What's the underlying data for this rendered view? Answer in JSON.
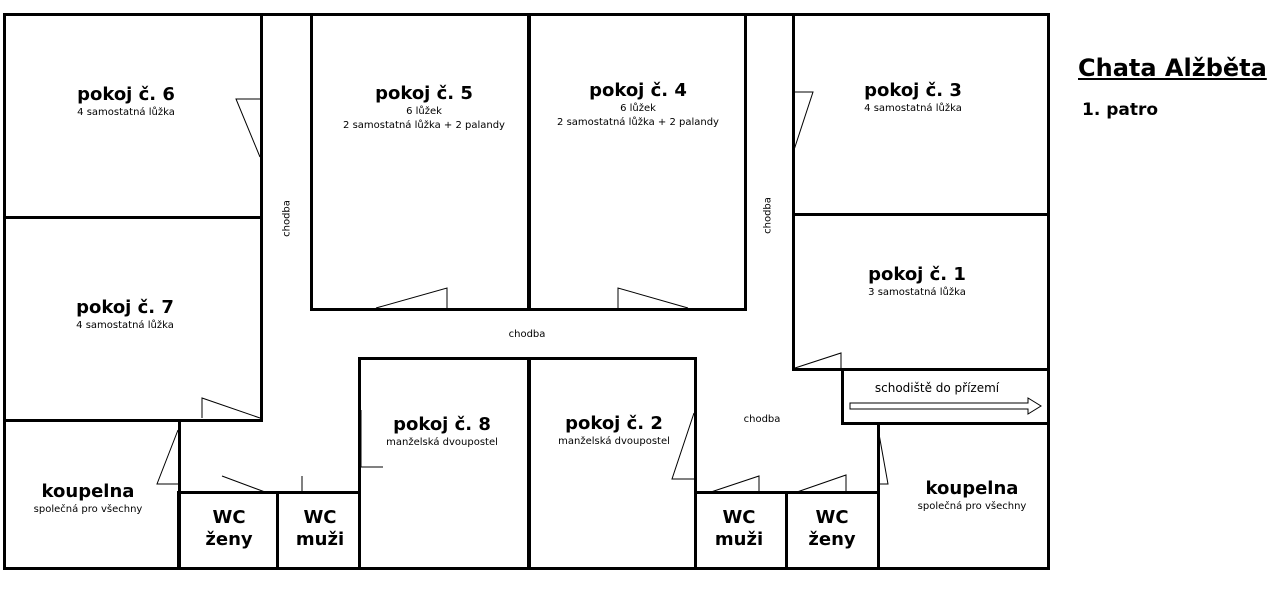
{
  "title": "Chata Alžběta",
  "floor": "1. patro",
  "rooms": {
    "r6": {
      "name": "pokoj č. 6",
      "beds": "4 samostatná lůžka"
    },
    "r5": {
      "name": "pokoj č. 5",
      "count": "6 lůžek",
      "beds": "2 samostatná lůžka + 2 palandy"
    },
    "r4": {
      "name": "pokoj č. 4",
      "count": "6 lůžek",
      "beds": "2 samostatná lůžka + 2 palandy"
    },
    "r3": {
      "name": "pokoj č. 3",
      "beds": "4 samostatná lůžka"
    },
    "r1": {
      "name": "pokoj č. 1",
      "beds": "3 samostatná lůžka"
    },
    "r7": {
      "name": "pokoj č. 7",
      "beds": "4 samostatná lůžka"
    },
    "r8": {
      "name": "pokoj č. 8",
      "beds": "manželská dvoupostel"
    },
    "r2": {
      "name": "pokoj č. 2",
      "beds": "manželská dvoupostel"
    },
    "bathL": {
      "name": "koupelna",
      "note": "společná pro všechny"
    },
    "bathR": {
      "name": "koupelna",
      "note": "společná pro všechny"
    },
    "wc1": {
      "l1": "WC",
      "l2": "ženy"
    },
    "wc2": {
      "l1": "WC",
      "l2": "muži"
    },
    "wc3": {
      "l1": "WC",
      "l2": "muži"
    },
    "wc4": {
      "l1": "WC",
      "l2": "ženy"
    }
  },
  "corridor": "chodba",
  "stairs": "schodiště do přízemí"
}
